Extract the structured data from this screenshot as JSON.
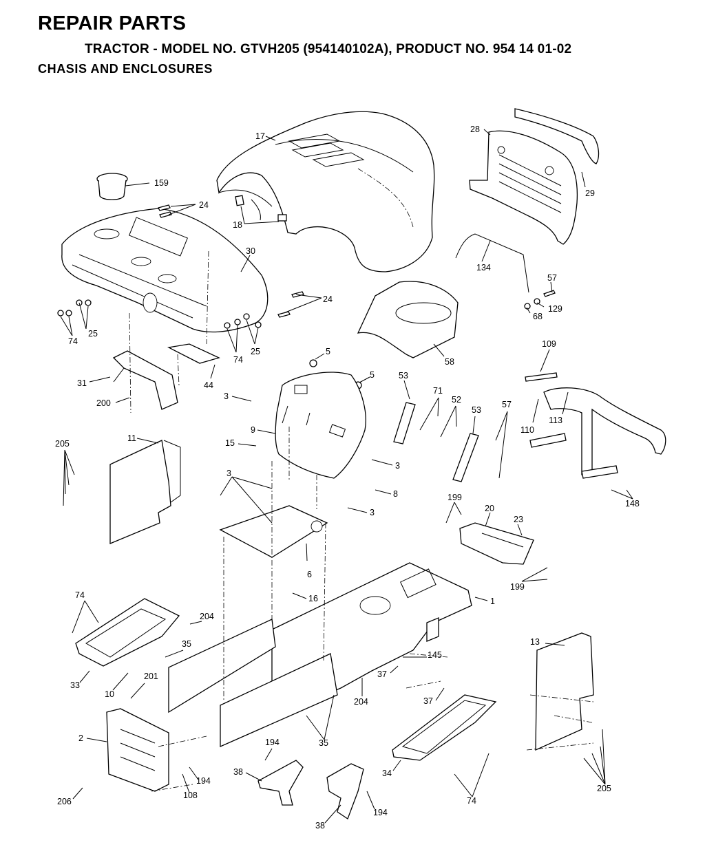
{
  "header": {
    "title": "REPAIR PARTS",
    "subtitle": "TRACTOR - MODEL NO. GTVH205 (954140102A), PRODUCT NO. 954 14 01-02",
    "section": "CHASIS  AND  ENCLOSURES"
  },
  "callouts": {
    "c17": "17",
    "c28": "28",
    "c29": "29",
    "c159": "159",
    "c24a": "24",
    "c18": "18",
    "c30": "30",
    "c134": "134",
    "c57a": "57",
    "c129": "129",
    "c68": "68",
    "c24b": "24",
    "c25a": "25",
    "c74a": "74",
    "c74b": "74",
    "c25b": "25",
    "c58": "58",
    "c5a": "5",
    "c5b": "5",
    "c53a": "53",
    "c109": "109",
    "c31": "31",
    "c44": "44",
    "c3a": "3",
    "c71": "71",
    "c52": "52",
    "c57b": "57",
    "c53b": "53",
    "c200": "200",
    "c9": "9",
    "c110": "110",
    "c113": "113",
    "c205a": "205",
    "c11": "11",
    "c15": "15",
    "c3b": "3",
    "c3c": "3",
    "c8": "8",
    "c3d": "3",
    "c148": "148",
    "c199a": "199",
    "c20": "20",
    "c23": "23",
    "c6": "6",
    "c199b": "199",
    "c74c": "74",
    "c16": "16",
    "c1": "1",
    "c204a": "204",
    "c35a": "35",
    "c13": "13",
    "c145": "145",
    "c33": "33",
    "c37a": "37",
    "c10": "10",
    "c201": "201",
    "c204b": "204",
    "c37b": "37",
    "c2": "2",
    "c194a": "194",
    "c35b": "35",
    "c38a": "38",
    "c194b": "194",
    "c34": "34",
    "c108": "108",
    "c206": "206",
    "c74d": "74",
    "c205b": "205",
    "c38b": "38",
    "c194c": "194"
  }
}
